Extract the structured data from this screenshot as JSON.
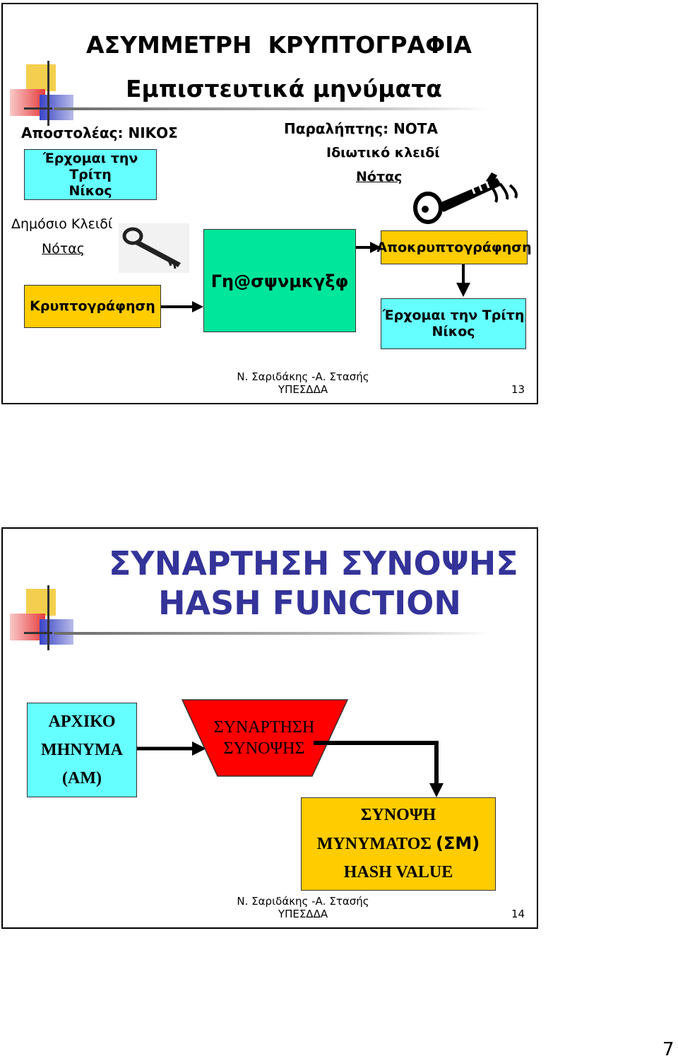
{
  "slide1": {
    "title": "ΑΣΥΜΜΕΤΡΗ  ΚΡΥΠΤΟΓΡΑΦΙΑ",
    "subtitle": "Εμπιστευτικά μηνύματα",
    "sender_label": "Αποστολέας: ΝΙΚΟΣ",
    "message_line1": "Έρχομαι την Τρίτη",
    "message_line2": "Νίκος",
    "receiver_label": "Παραλήπτης: ΝΟΤΑ",
    "private_key_label": "Ιδιωτικό κλειδί",
    "private_key_owner": "Νότας",
    "public_key_label": "Δημόσιο Κλειδί",
    "public_key_owner": "Νότας",
    "encrypt_label": "Κρυπτογράφηση",
    "ciphertext": "Γη@σψνμκγξφ",
    "decrypt_label": "Αποκρυπτογράφηση",
    "result_line1": "Έρχομαι την Τρίτη",
    "result_line2": "Νίκος",
    "footer_line1": "Ν. Σαριδάκης -Α. Στασής",
    "footer_line2": "ΥΠΕΣΔΔΑ",
    "page_number": "13"
  },
  "slide2": {
    "title_line1": "ΣΥΝΑΡΤΗΣΗ ΣΥΝΟΨΗΣ",
    "title_line2": "HASH FUNCTION",
    "input_line1": "ΑΡΧΙΚΟ",
    "input_line2": "ΜΗΝΥΜΑ",
    "input_line3": "(ΑΜ)",
    "function_line1": "ΣΥΝΑΡΤΗΣΗ",
    "function_line2": "ΣΥΝΟΨΗΣ",
    "output_line1": "ΣΥΝΟΨΗ",
    "output_line2_a": "ΜΥΝΥΜΑΤΟΣ ",
    "output_line2_b": "(ΣΜ)",
    "output_line3": "HASH VALUE",
    "footer_line1": "Ν. Σαριδάκης -Α. Στασής",
    "footer_line2": "ΥΠΕΣΔΔΑ",
    "page_number": "14"
  },
  "page": {
    "number": "7"
  },
  "colors": {
    "cyan_box": "#66ffff",
    "yellow_box": "#ffcc00",
    "green_box": "#00e69a",
    "red_trapezoid": "#ff0000",
    "title_blue": "#333399"
  }
}
